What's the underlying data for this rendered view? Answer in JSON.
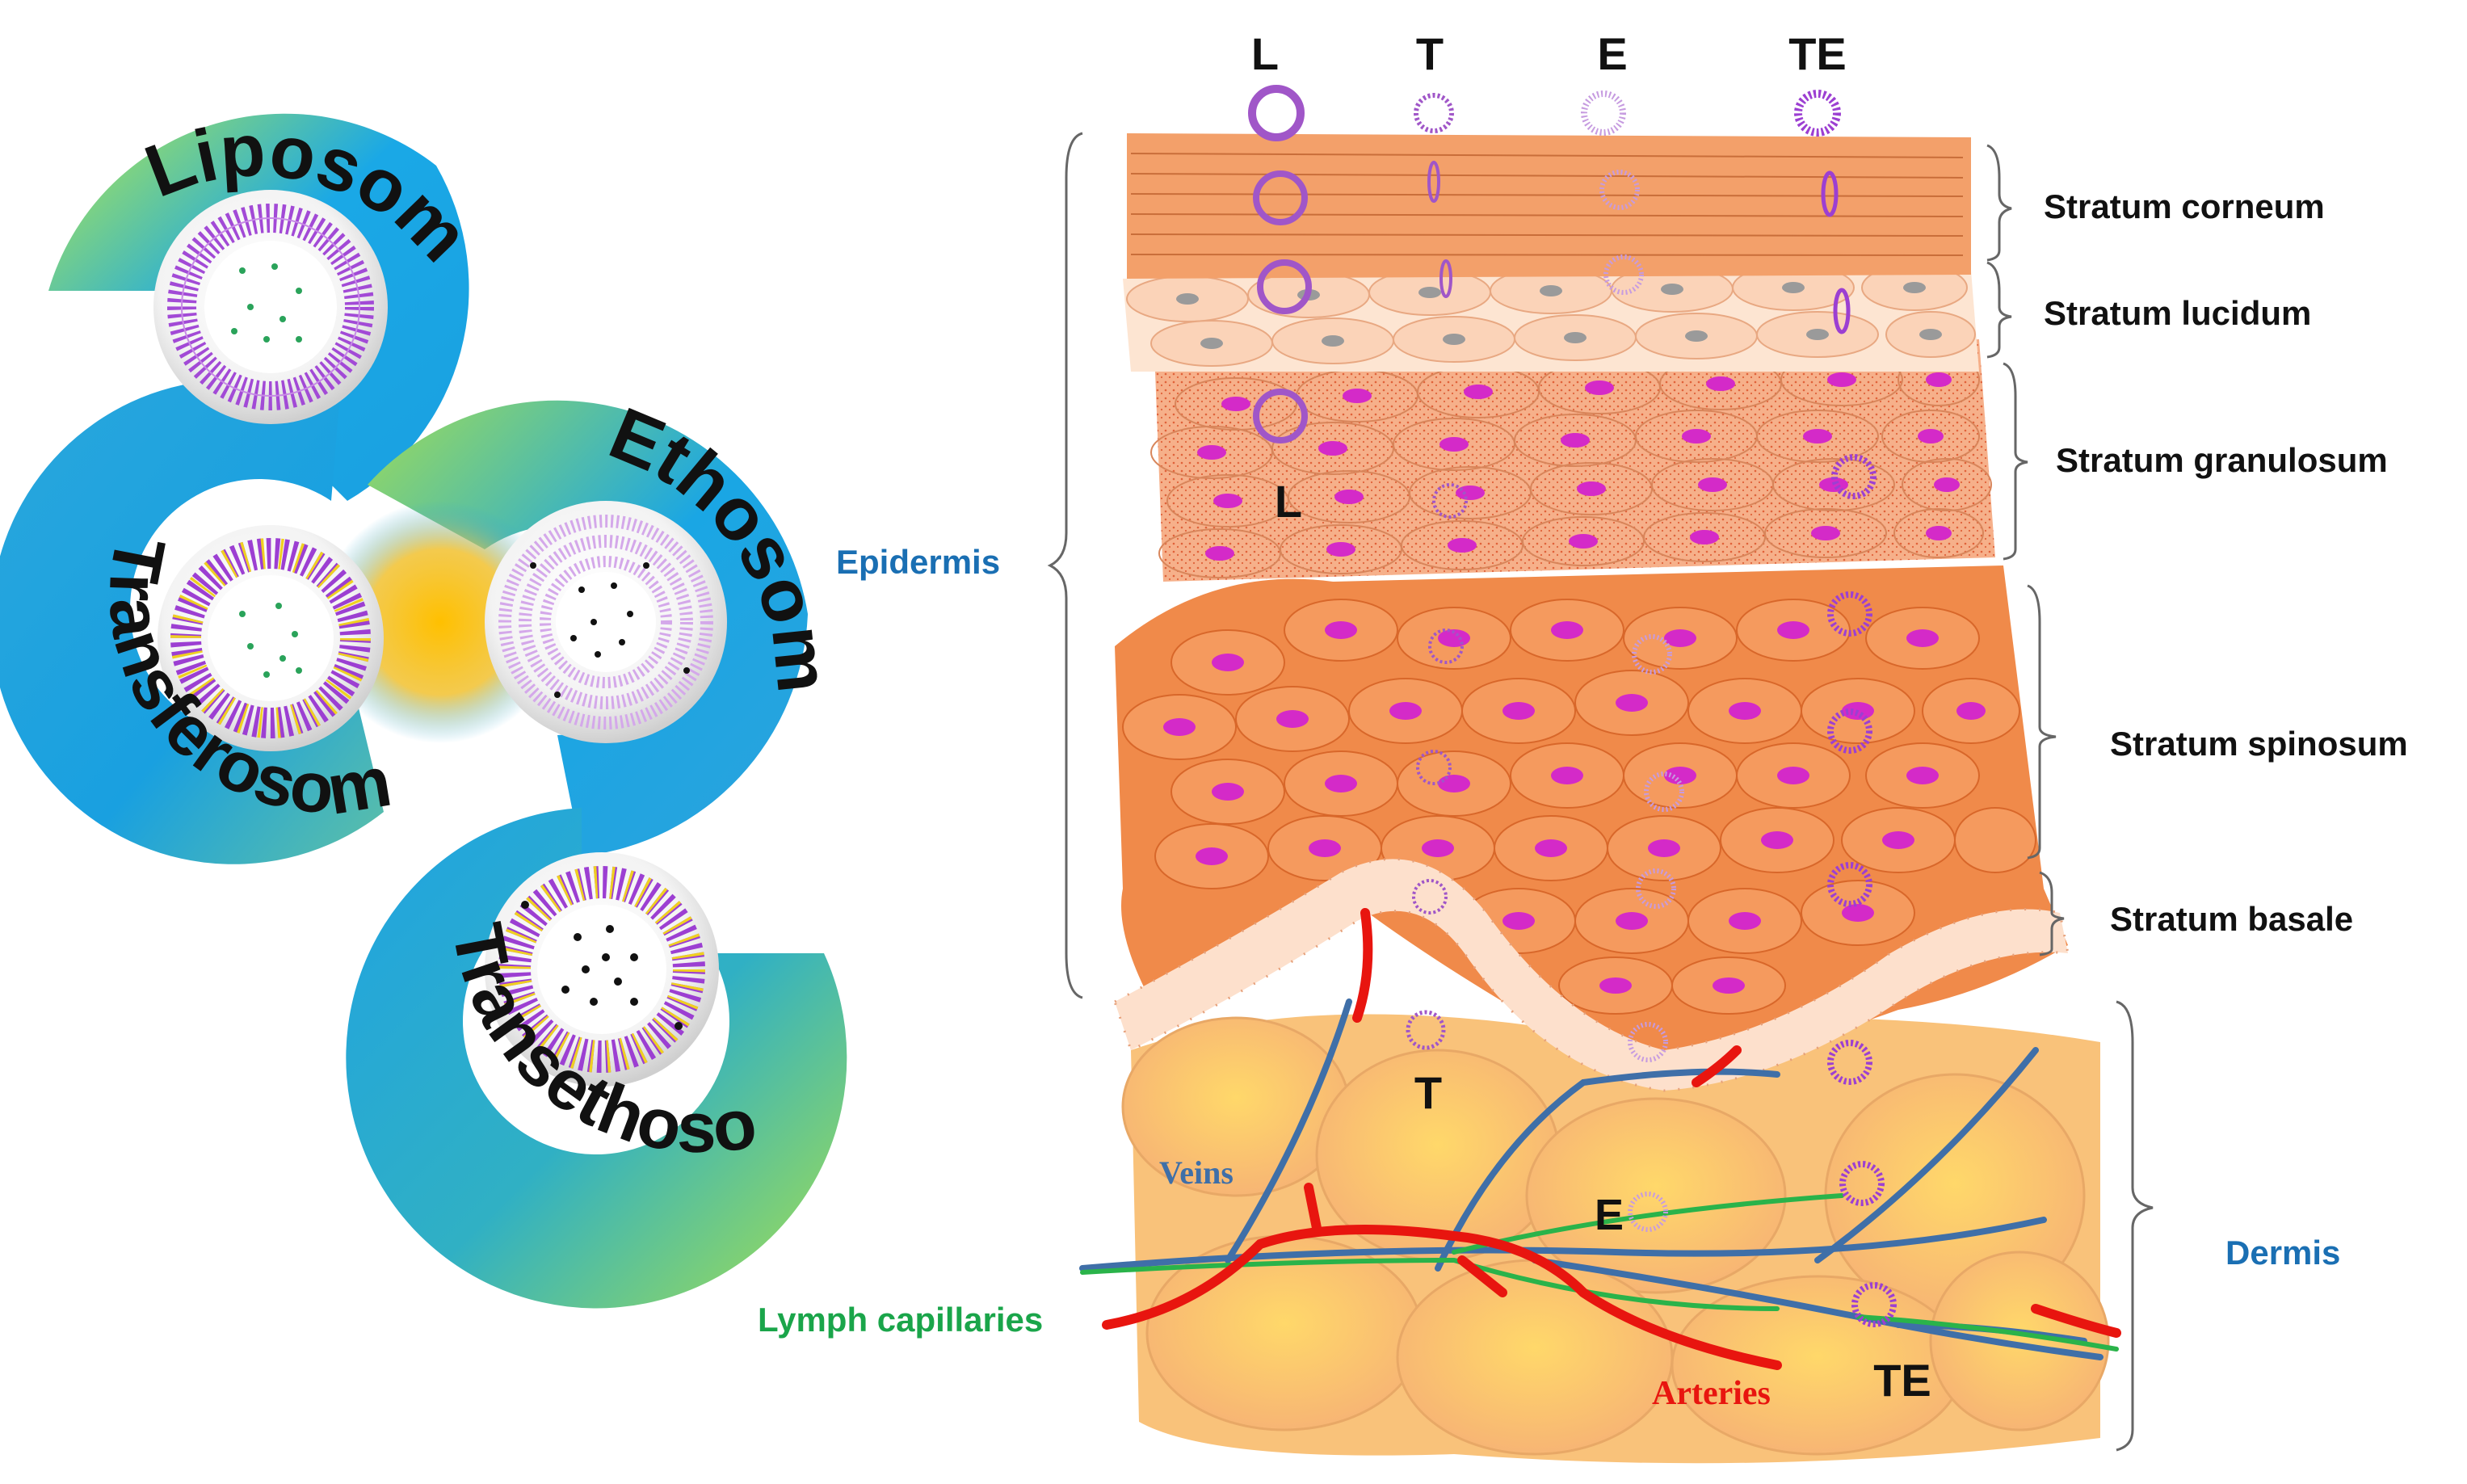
{
  "vesicle_types": [
    {
      "name": "Liposomes",
      "abbr": "L"
    },
    {
      "name": "Transferosomes",
      "abbr": "T"
    },
    {
      "name": "Ethosomes",
      "abbr": "E"
    },
    {
      "name": "Transethosomes",
      "abbr": "TE"
    }
  ],
  "layers": {
    "stratum_corneum": "Stratum corneum",
    "stratum_lucidum": "Stratum lucidum",
    "stratum_granulosum": "Stratum granulosum",
    "stratum_spinosum": "Stratum spinosum",
    "stratum_basale": "Stratum basale"
  },
  "regions": {
    "epidermis": "Epidermis",
    "dermis": "Dermis"
  },
  "vessels": {
    "veins": "Veins",
    "lymph": "Lymph capillaries",
    "arteries": "Arteries"
  },
  "inline_markers": {
    "granulosum_l": "L",
    "dermis_t": "T",
    "dermis_e": "E",
    "dermis_te": "TE"
  },
  "colors": {
    "spiral_green": "#9be15d",
    "spiral_blue": "#1aa0e0",
    "spiral_yellow": "#ffc21a",
    "corneum": "#f3a06a",
    "lucidum": "#fbd6bc",
    "granulosum": "#f6b08a",
    "spinosum": "#f08a4a",
    "nucleus": "#d42ac8",
    "dermis": "#f9c27a",
    "vein": "#3f6fa8",
    "artery": "#e8150f",
    "lymph": "#2ab34a",
    "vesicle": "#a056c8"
  }
}
